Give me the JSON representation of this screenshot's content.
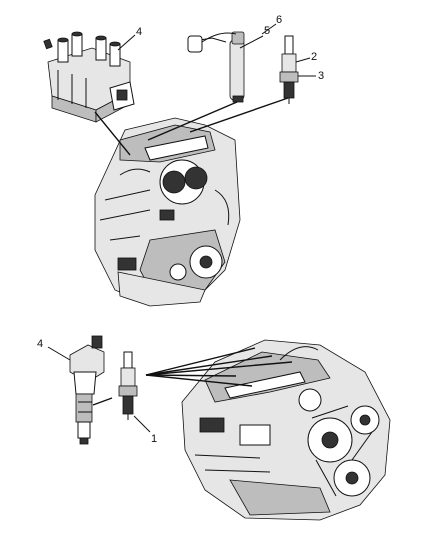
{
  "callouts": {
    "top_coil_pack": "4",
    "top_spark_plug_insulator": "2",
    "top_spark_plug": "3",
    "top_plug_wire_boot": "5",
    "top_plug_wire": "6",
    "bottom_coil": "4",
    "bottom_spark_plug": "1"
  }
}
